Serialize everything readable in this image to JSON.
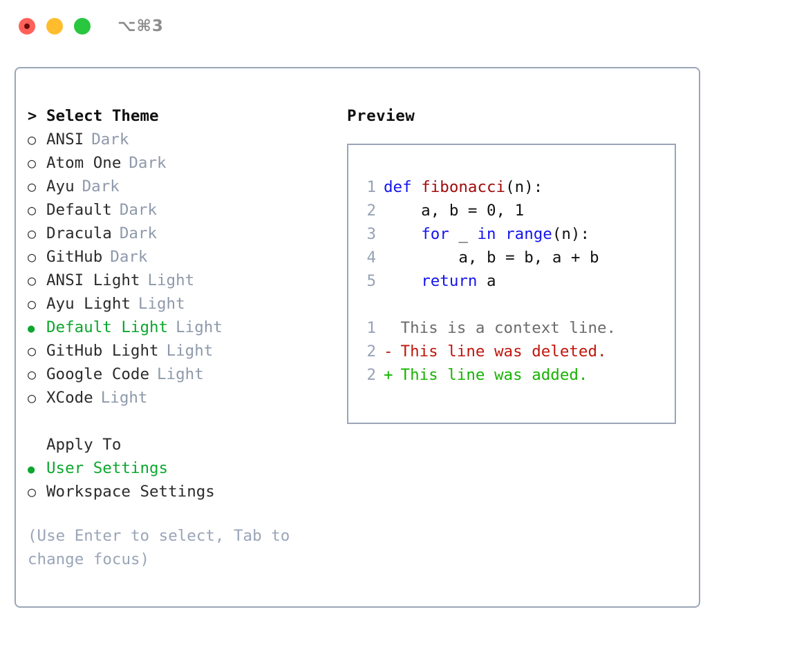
{
  "titlebar": {
    "shortcut": "⌥⌘3",
    "buttons": [
      {
        "name": "close",
        "color": "#ff6159"
      },
      {
        "name": "minimize",
        "color": "#ffbd2e"
      },
      {
        "name": "maximize",
        "color": "#29c63f"
      }
    ]
  },
  "colors": {
    "accent_green": "#0ca72e",
    "muted": "#8e99ab",
    "border": "#9aa5b8",
    "text": "#2b2b2b",
    "keyword_blue": "#1414ee",
    "function_red": "#a00b0b",
    "diff_add": "#16b400",
    "diff_del": "#c0160c",
    "line_number": "#97a2b5"
  },
  "theme_list": {
    "header_marker": ">",
    "header_label": "Select Theme",
    "marker_unselected": "○",
    "marker_selected": "●",
    "items": [
      {
        "marker": "○",
        "label": "ANSI",
        "tag": "Dark",
        "selected": false
      },
      {
        "marker": "○",
        "label": "Atom One",
        "tag": "Dark",
        "selected": false
      },
      {
        "marker": "○",
        "label": "Ayu",
        "tag": "Dark",
        "selected": false
      },
      {
        "marker": "○",
        "label": "Default",
        "tag": "Dark",
        "selected": false
      },
      {
        "marker": "○",
        "label": "Dracula",
        "tag": "Dark",
        "selected": false
      },
      {
        "marker": "○",
        "label": "GitHub",
        "tag": "Dark",
        "selected": false
      },
      {
        "marker": "○",
        "label": "ANSI Light",
        "tag": "Light",
        "selected": false
      },
      {
        "marker": "○",
        "label": "Ayu Light",
        "tag": "Light",
        "selected": false
      },
      {
        "marker": "●",
        "label": "Default Light",
        "tag": "Light",
        "selected": true
      },
      {
        "marker": "○",
        "label": "GitHub Light",
        "tag": "Light",
        "selected": false
      },
      {
        "marker": "○",
        "label": "Google Code",
        "tag": "Light",
        "selected": false
      },
      {
        "marker": "○",
        "label": "XCode",
        "tag": "Light",
        "selected": false
      }
    ]
  },
  "apply_to": {
    "header_label": "Apply To",
    "items": [
      {
        "marker": "●",
        "label": "User Settings",
        "selected": true
      },
      {
        "marker": "○",
        "label": "Workspace Settings",
        "selected": false
      }
    ]
  },
  "hint": "(Use Enter to select, Tab to change focus)",
  "preview": {
    "title": "Preview",
    "code": [
      {
        "number": "1",
        "tokens": [
          {
            "text": "def ",
            "kind": "kw"
          },
          {
            "text": "fibonacci",
            "kind": "fn"
          },
          {
            "text": "(n):",
            "kind": "plain"
          }
        ]
      },
      {
        "number": "2",
        "tokens": [
          {
            "text": "    a, b = 0, 1",
            "kind": "plain"
          }
        ]
      },
      {
        "number": "3",
        "tokens": [
          {
            "text": "    ",
            "kind": "plain"
          },
          {
            "text": "for",
            "kind": "kw"
          },
          {
            "text": " _ ",
            "kind": "plain"
          },
          {
            "text": "in range",
            "kind": "kw"
          },
          {
            "text": "(n):",
            "kind": "plain"
          }
        ]
      },
      {
        "number": "4",
        "tokens": [
          {
            "text": "        a, b = b, a + b",
            "kind": "plain"
          }
        ]
      },
      {
        "number": "5",
        "tokens": [
          {
            "text": "    ",
            "kind": "plain"
          },
          {
            "text": "return",
            "kind": "kw"
          },
          {
            "text": " a",
            "kind": "plain"
          }
        ]
      }
    ],
    "diff": [
      {
        "number": "1",
        "sign": " ",
        "text": "This is a context line.",
        "kind": "ctx"
      },
      {
        "number": "2",
        "sign": "-",
        "text": "This line was deleted.",
        "kind": "del"
      },
      {
        "number": "2",
        "sign": "+",
        "text": "This line was added.",
        "kind": "add"
      }
    ]
  }
}
